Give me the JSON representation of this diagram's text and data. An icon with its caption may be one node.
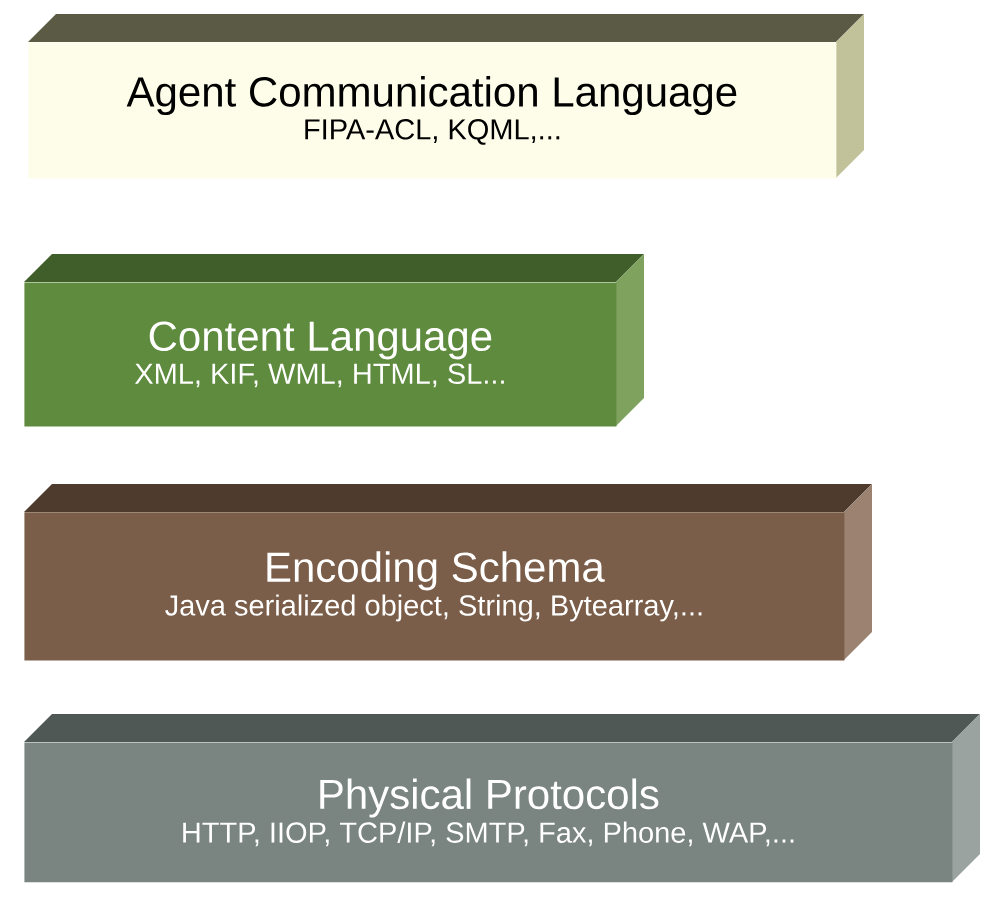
{
  "diagram": {
    "nodes": [
      {
        "text": [
          "Agent Communication Language",
          "FIPA-ACL, KQML,..."
        ]
      },
      {
        "text": [
          "Content Language",
          "XML, KIF, WML, HTML, SL..."
        ]
      },
      {
        "text": [
          "Encoding Schema",
          "Java serialized object, String, Bytearray,..."
        ]
      },
      {
        "text": [
          "Physical Protocols",
          "HTTP, IIOP, TCP/IP, SMTP, Fax, Phone, WAP,..."
        ]
      }
    ]
  }
}
